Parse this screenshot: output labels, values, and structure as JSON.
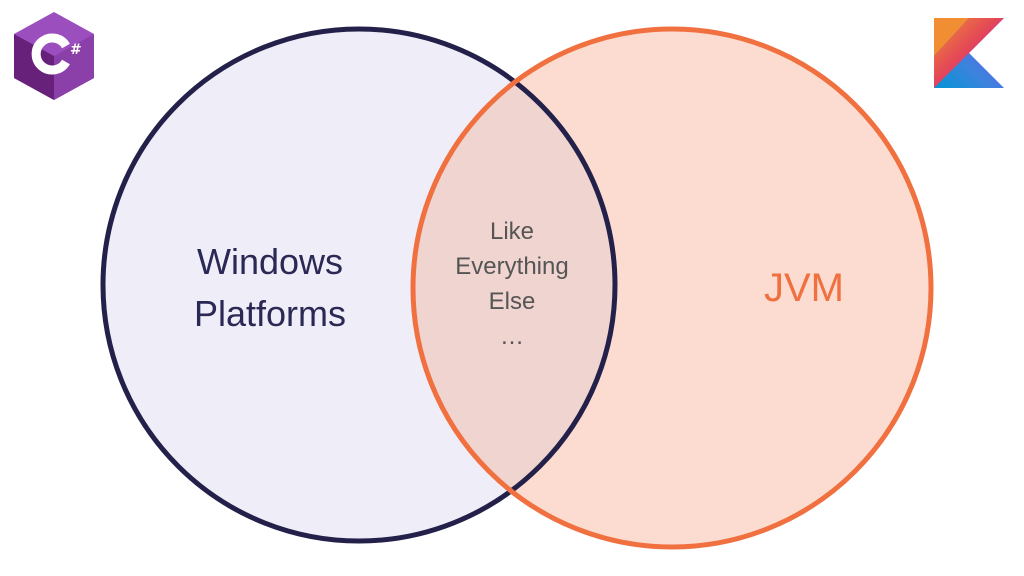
{
  "diagram": {
    "left_set": {
      "lines": [
        "Windows",
        "Platforms"
      ]
    },
    "right_set": {
      "lines": [
        "JVM"
      ]
    },
    "intersection": {
      "lines": [
        "Like",
        "Everything",
        "Else",
        "…"
      ]
    }
  },
  "logos": {
    "left": "csharp-logo",
    "right": "kotlin-logo"
  },
  "colors": {
    "left_stroke": "#23204a",
    "left_fill": "#efedf7",
    "right_stroke": "#f07040",
    "right_fill": "#fcdcd0",
    "overlap_fill": "#f0d4d0",
    "left_text": "#2a2855",
    "right_text": "#f07040",
    "mid_text": "#555555",
    "csharp_dark": "#68217a",
    "csharp_mid": "#8a40a8",
    "csharp_light": "#9b4fbf",
    "kotlin_orange": "#f18e33",
    "kotlin_purple": "#7f52ff",
    "kotlin_blue": "#4a8ce0",
    "kotlin_pink": "#e44857"
  }
}
